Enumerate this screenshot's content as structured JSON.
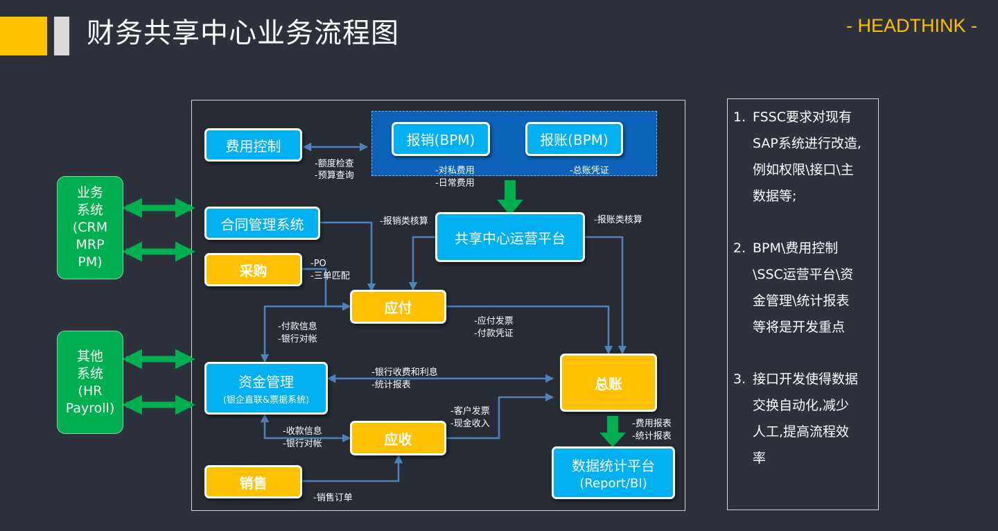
{
  "header": {
    "title": "财务共享中心业务流程图",
    "brand": "- HEADTHINK -"
  },
  "colors": {
    "background": "#2c313b",
    "accent": "#ffc000",
    "node_blue": "#00b0f0",
    "node_gold": "#ffc000",
    "node_green": "#00b050",
    "connector": "#4f81bd"
  },
  "nodes": {
    "fee_control": "费用控制",
    "bpm_reimburse": "报销(BPM)",
    "bpm_account": "报账(BPM)",
    "contract": "合同管理系统",
    "purchase": "采购",
    "ssc_platform": "共享中心运营平台",
    "payable": "应付",
    "fund_mgmt": "资金管理",
    "fund_mgmt_sub": "(银企直联&票据系统)",
    "receivable": "应收",
    "sales": "销售",
    "general_ledger": "总账",
    "stats_platform": "数据统计平台",
    "stats_platform_sub": "(Report/BI)"
  },
  "external_systems": {
    "business": [
      "业务",
      "系统",
      "(CRM",
      "MRP",
      "PM)"
    ],
    "other": [
      "其他",
      "系统",
      "(HR",
      "Payroll)"
    ]
  },
  "labels": {
    "quota_check": "-额度检查",
    "budget_query": "-预算查询",
    "private_fee": "-对私费用",
    "daily_fee": "-日常费用",
    "gl_voucher": "-总账凭证",
    "reimburse_acct": "-报销类核算",
    "account_acct": "-报账类核算",
    "po": "-PO",
    "three_way": "-三单匹配",
    "payment_info": "-付款信息",
    "bank_recon_1": "-银行对帐",
    "payable_invoice": "-应付发票",
    "payment_voucher": "-付款凭证",
    "bank_fee_interest": "-银行收费和利息",
    "stat_report_1": "-统计报表",
    "customer_invoice": "-客户发票",
    "cash_receipt": "-现金收入",
    "receipt_info": "-收款信息",
    "bank_recon_2": "-银行对帐",
    "fee_report": "-费用报表",
    "stat_report_2": "-统计报表",
    "sales_order": "-销售订单"
  },
  "notes": [
    {
      "num": "1.",
      "lines": [
        "FSSC要求对现有",
        "SAP系统进行改造,",
        "例如权限\\接口\\主",
        "数据等;"
      ]
    },
    {
      "num": "2.",
      "lines": [
        "BPM\\费用控制",
        "\\SSC运营平台\\资",
        "金管理\\统计报表",
        "等将是开发重点"
      ]
    },
    {
      "num": "3.",
      "lines": [
        "接口开发使得数据",
        "交换自动化,减少",
        "人工,提高流程效",
        "率"
      ]
    }
  ]
}
